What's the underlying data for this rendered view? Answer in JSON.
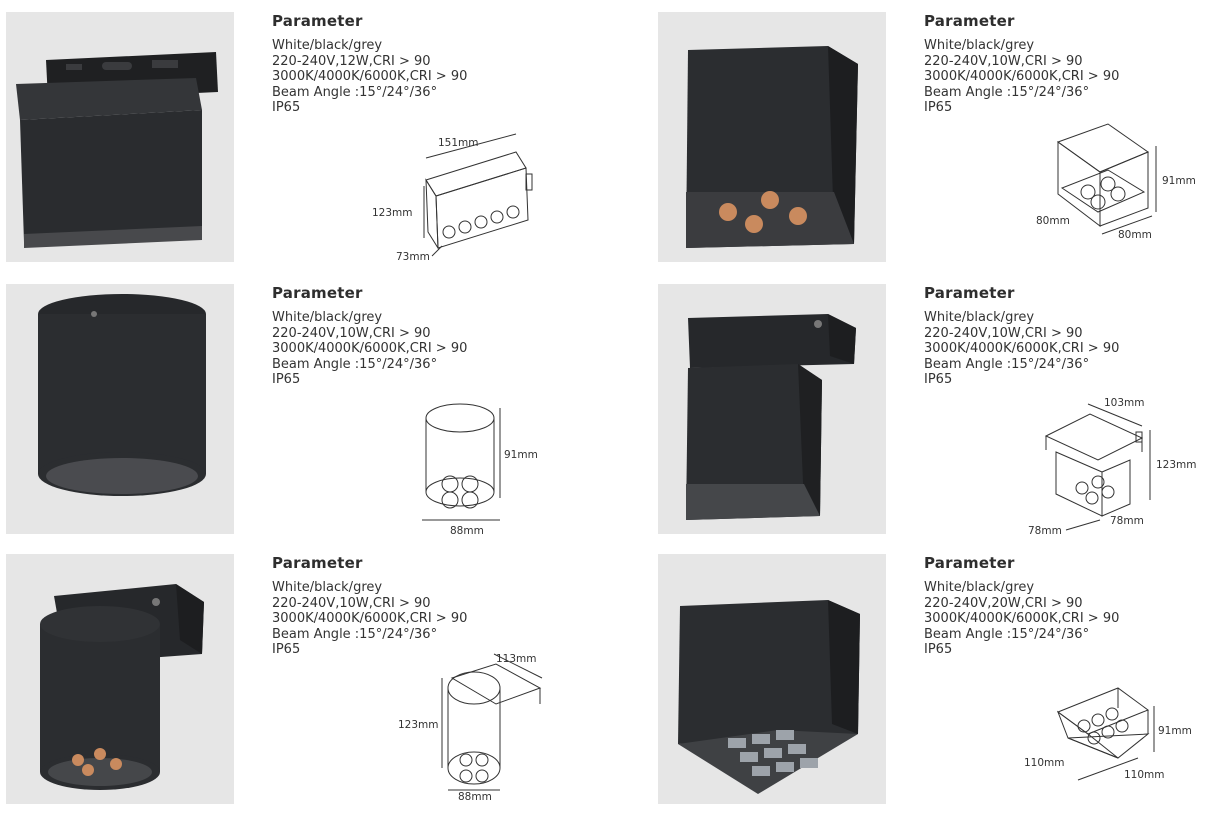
{
  "products": [
    {
      "heading": "Parameter",
      "specs": [
        "White/black/grey",
        "220-240V,12W,CRI > 90",
        "3000K/4000K/6000K,CRI > 90",
        "Beam Angle :15°/24°/36°",
        "IP65"
      ],
      "dims": [
        "151mm",
        "123mm",
        "73mm"
      ]
    },
    {
      "heading": "Parameter",
      "specs": [
        "White/black/grey",
        "220-240V,10W,CRI > 90",
        "3000K/4000K/6000K,CRI > 90",
        "Beam Angle :15°/24°/36°",
        "IP65"
      ],
      "dims": [
        "91mm",
        "80mm",
        "80mm"
      ]
    },
    {
      "heading": "Parameter",
      "specs": [
        "White/black/grey",
        "220-240V,10W,CRI > 90",
        "3000K/4000K/6000K,CRI > 90",
        "Beam Angle :15°/24°/36°",
        "IP65"
      ],
      "dims": [
        "91mm",
        "88mm"
      ]
    },
    {
      "heading": "Parameter",
      "specs": [
        "White/black/grey",
        "220-240V,10W,CRI > 90",
        "3000K/4000K/6000K,CRI > 90",
        "Beam Angle :15°/24°/36°",
        "IP65"
      ],
      "dims": [
        "103mm",
        "123mm",
        "78mm",
        "78mm"
      ]
    },
    {
      "heading": "Parameter",
      "specs": [
        "White/black/grey",
        "220-240V,10W,CRI > 90",
        "3000K/4000K/6000K,CRI > 90",
        "Beam Angle :15°/24°/36°",
        "IP65"
      ],
      "dims": [
        "113mm",
        "123mm",
        "88mm"
      ]
    },
    {
      "heading": "Parameter",
      "specs": [
        "White/black/grey",
        "220-240V,20W,CRI > 90",
        "3000K/4000K/6000K,CRI > 90",
        "Beam Angle :15°/24°/36°",
        "IP65"
      ],
      "dims": [
        "91mm",
        "110mm",
        "110mm"
      ]
    }
  ],
  "colors": {
    "photo_bg": "#e6e6e6",
    "fixture": "#2b2d30",
    "lens_warm": "#c98a5e"
  }
}
